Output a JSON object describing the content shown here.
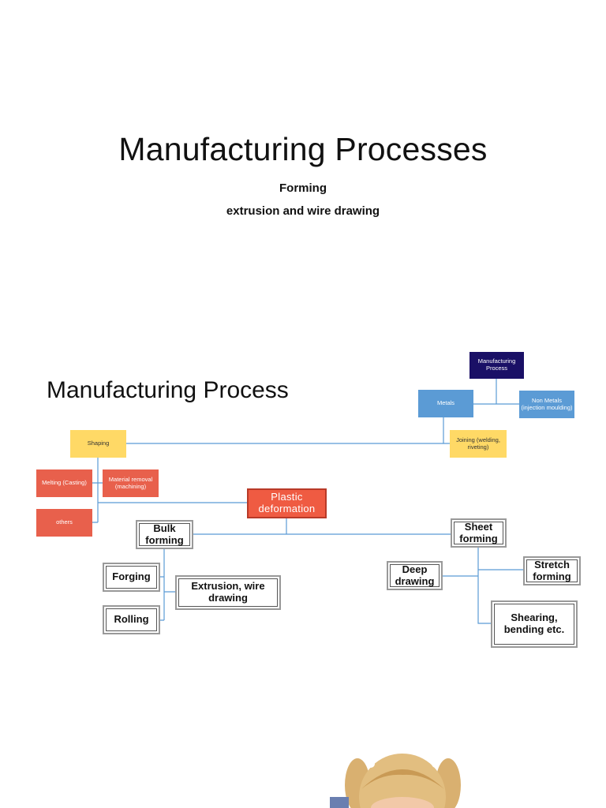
{
  "slide1": {
    "title": "Manufacturing Processes",
    "subtitle_line1": "Forming",
    "subtitle_line2": "extrusion and wire drawing"
  },
  "slide2": {
    "title": "Manufacturing Process",
    "nodes": {
      "manufacturing_process": "Manufacturing Process",
      "metals": "Metals",
      "non_metals": "Non Metals (injection moulding)",
      "joining": "Joining (welding, riveting)",
      "shaping": "Shaping",
      "melting": "Melting (Casting)",
      "material_removal": "Material removal (machining)",
      "others": "others",
      "plastic_deformation": "Plastic deformation",
      "bulk_forming": "Bulk forming",
      "sheet_forming": "Sheet forming",
      "forging": "Forging",
      "extrusion": "Extrusion, wire drawing",
      "rolling": "Rolling",
      "deep_drawing": "Deep drawing",
      "stretch_forming": "Stretch forming",
      "shearing": "Shearing, bending etc."
    }
  },
  "colors": {
    "navy": "#1a1066",
    "blue": "#5b9bd5",
    "yellow": "#ffd966",
    "red": "#e8604c",
    "connector": "#5b9bd5"
  }
}
